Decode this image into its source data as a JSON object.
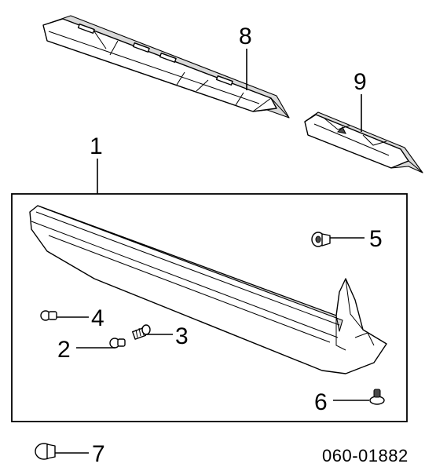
{
  "callouts": {
    "c1": "1",
    "c2": "2",
    "c3": "3",
    "c4": "4",
    "c5": "5",
    "c6": "6",
    "c7": "7",
    "c8": "8",
    "c9": "9"
  },
  "diagram_code": "060-01882"
}
